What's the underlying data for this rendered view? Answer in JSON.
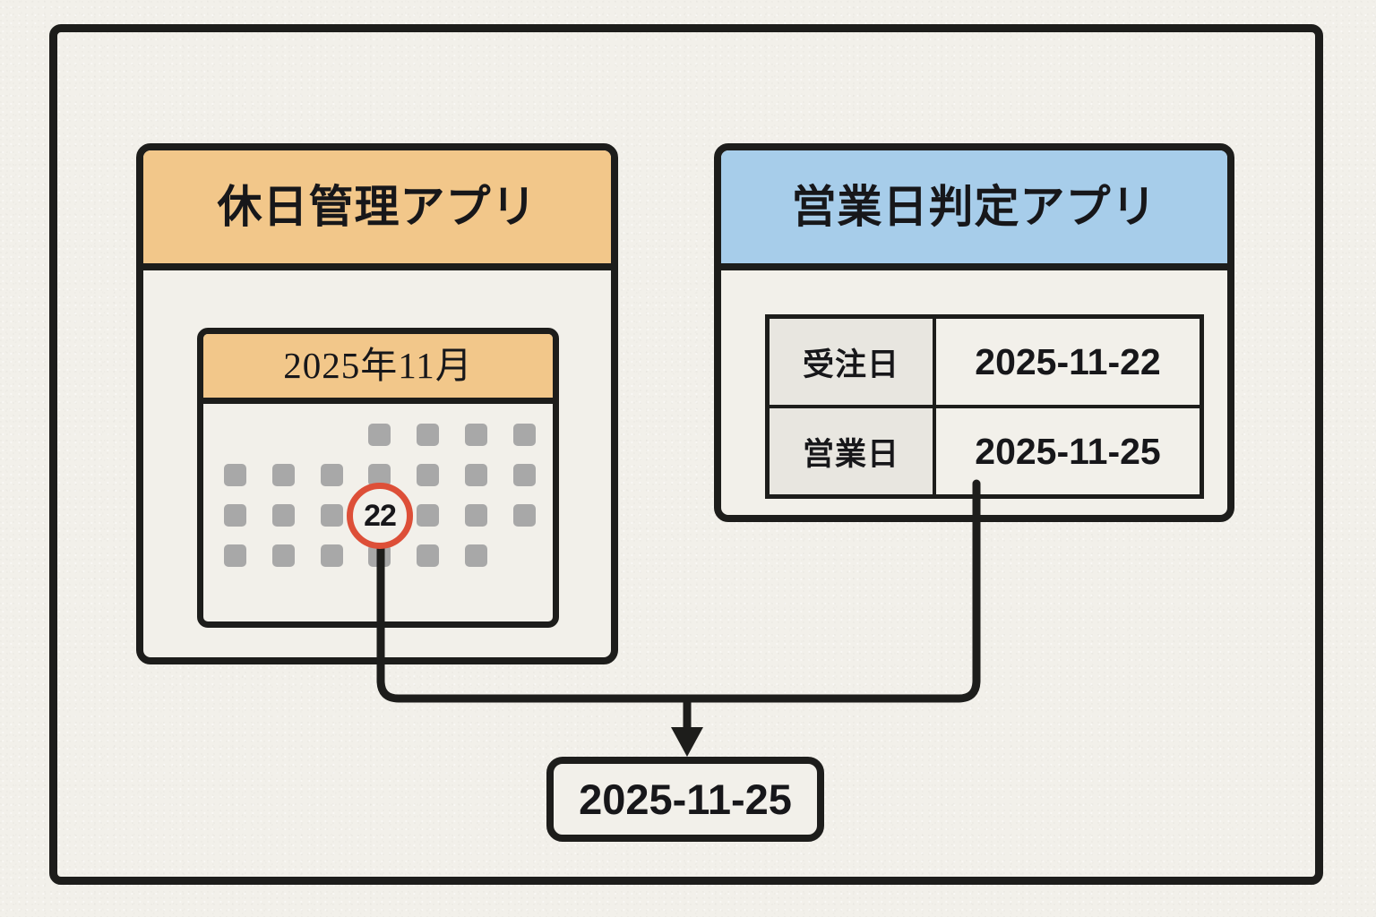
{
  "canvas": {
    "background_color": "#f2f0ea",
    "ink_color": "#1d1d1b",
    "accent_red": "#dd4f38",
    "accent_orange": "#f2c78a",
    "accent_blue": "#a7cdea"
  },
  "apps": {
    "holiday": {
      "title": "休日管理アプリ",
      "header_color": "#f2c78a",
      "calendar": {
        "month_label": "2025年11月",
        "month_header_color": "#f2c78a",
        "grid_rows": 4,
        "grid_cols": 7,
        "cells": [
          [
            "empty",
            "empty",
            "empty",
            "day",
            "day",
            "day",
            "day"
          ],
          [
            "day",
            "day",
            "day",
            "day",
            "day",
            "day",
            "day"
          ],
          [
            "day",
            "day",
            "day",
            "marked",
            "day",
            "day",
            "day"
          ],
          [
            "day",
            "day",
            "day",
            "day",
            "day",
            "day",
            "empty"
          ]
        ],
        "marked_day": "22",
        "marked_day_circle_color": "#dd4f38",
        "day_cell_color": "#a8a8a8"
      }
    },
    "business_day": {
      "title": "営業日判定アプリ",
      "header_color": "#a7cdea",
      "table": {
        "rows": [
          {
            "label": "受注日",
            "value": "2025-11-22"
          },
          {
            "label": "営業日",
            "value": "2025-11-25"
          }
        ]
      }
    }
  },
  "output": {
    "label": "2025-11-25"
  }
}
